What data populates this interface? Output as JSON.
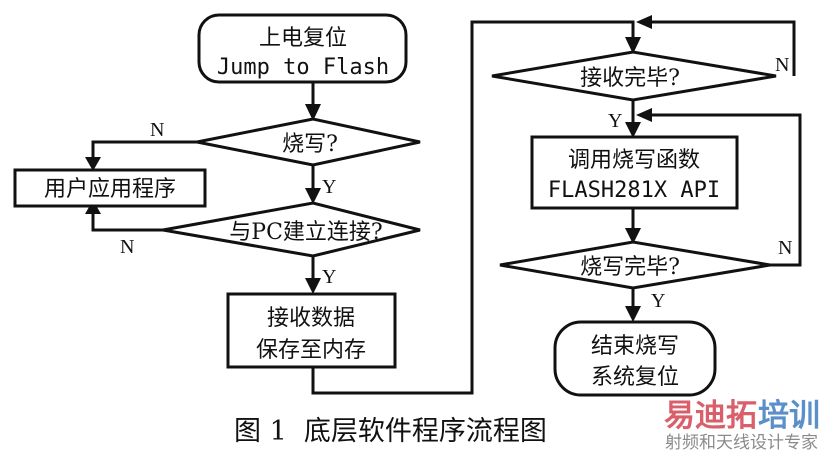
{
  "nodes": {
    "start": {
      "line1": "上电复位",
      "line2": "Jump to Flash"
    },
    "burn_decision": {
      "text": "烧写?"
    },
    "user_app": {
      "text": "用户应用程序"
    },
    "connect_decision": {
      "text": "与PC建立连接?"
    },
    "receive_data": {
      "line1": "接收数据",
      "line2": "保存至内存"
    },
    "receive_done": {
      "text": "接收完毕?"
    },
    "call_burn": {
      "line1": "调用烧写函数",
      "line2": "FLASH281X API"
    },
    "burn_done": {
      "text": "烧写完毕?"
    },
    "end": {
      "line1": "结束烧写",
      "line2": "系统复位"
    }
  },
  "labels": {
    "burn_no": "N",
    "burn_yes": "Y",
    "connect_no": "N",
    "connect_yes": "Y",
    "receive_no": "N",
    "receive_yes": "Y",
    "burn_done_no": "N",
    "burn_done_yes": "Y"
  },
  "caption": "图 1  底层软件程序流程图",
  "watermark": {
    "brand_part1": "易迪拓",
    "brand_part2": "培训",
    "tagline": "射频和天线设计专家",
    "color_part1": "#d9606a",
    "color_part2": "#5b8fc9"
  }
}
